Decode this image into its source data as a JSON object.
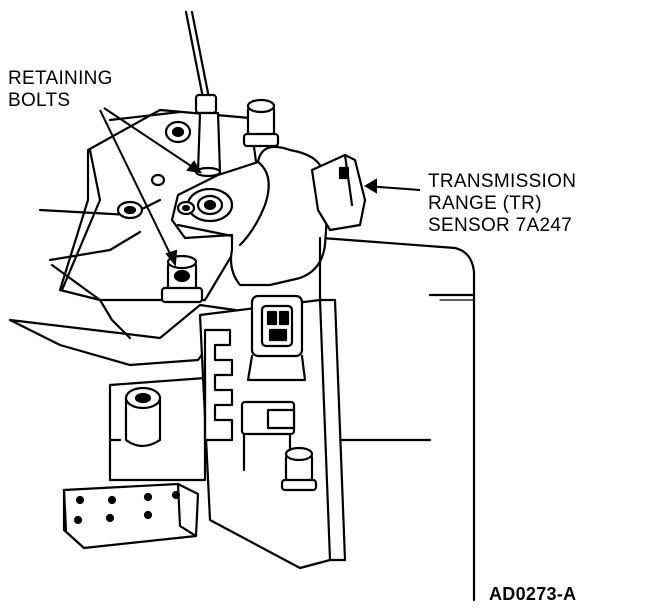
{
  "callouts": {
    "retaining_bolts": [
      "RETAINING",
      "BOLTS"
    ],
    "tr_sensor": [
      "TRANSMISSION",
      "RANGE (TR)",
      "SENSOR 7A247"
    ]
  },
  "figure_code": "AD0273-A",
  "colors": {
    "ink": "#000000",
    "paper": "#ffffff"
  }
}
